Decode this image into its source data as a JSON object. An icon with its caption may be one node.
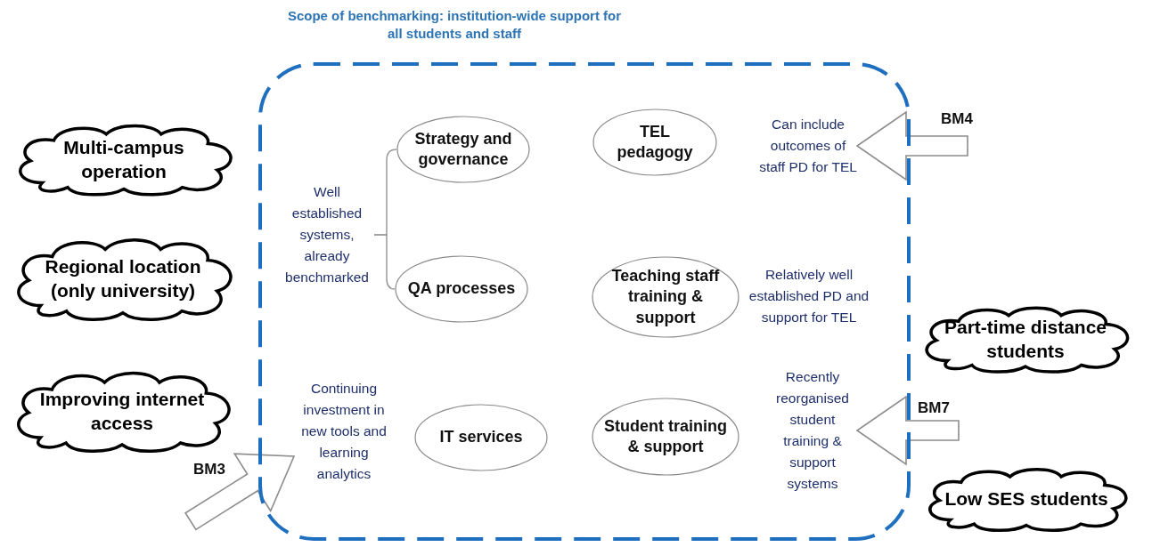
{
  "diagram": {
    "nodes": [
      {
        "text": [
          "Scope of benchmarking: institution-wide support for all students and staff"
        ]
      },
      {
        "text": [
          "Multi-campus operation"
        ]
      },
      {
        "text": [
          "Regional location (only university)"
        ]
      },
      {
        "text": [
          "Improving internet access"
        ]
      },
      {
        "text": [
          "Well established systems, already benchmarked"
        ],
        "in": 0
      },
      {
        "text": [
          "Strategy and governance"
        ],
        "in": 0
      },
      {
        "text": [
          "QA processes"
        ],
        "in": 0
      },
      {
        "text": [
          "Continuing investment in new tools and learning analytics"
        ],
        "in": 0
      },
      {
        "text": [
          "IT services"
        ],
        "in": 0
      },
      {
        "text": [
          "TEL pedagogy"
        ],
        "in": 0
      },
      {
        "text": [
          "Teaching staff training & support"
        ],
        "in": 0
      },
      {
        "text": [
          "Student training & support"
        ],
        "in": 0
      },
      {
        "text": [
          "Can include outcomes of staff PD for TEL"
        ],
        "in": 0
      },
      {
        "text": [
          "Relatively well established PD and support for TEL"
        ],
        "in": 0
      },
      {
        "text": [
          "Recently reorganised student training & support systems"
        ],
        "in": 0
      },
      {
        "text": [
          "Part-time distance students"
        ]
      },
      {
        "text": [
          "Low SES students"
        ]
      }
    ],
    "edges": [
      {
        "from": 4,
        "to": 5,
        "arrow": "none"
      },
      {
        "from": 4,
        "to": 6,
        "arrow": "none"
      },
      {
        "from": null,
        "to": 7,
        "arrow": "to",
        "label": "BM3"
      },
      {
        "from": null,
        "to": 12,
        "arrow": "to",
        "label": "BM4"
      },
      {
        "from": null,
        "to": 14,
        "arrow": "to",
        "label": "BM7"
      }
    ]
  }
}
